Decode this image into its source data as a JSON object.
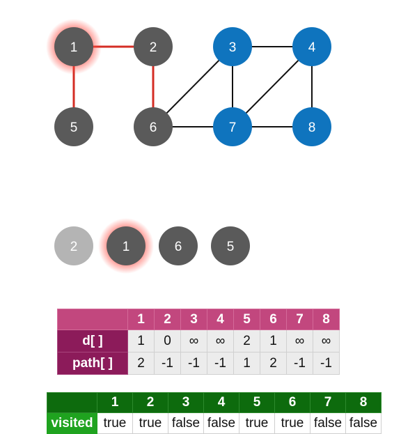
{
  "colors": {
    "dark_node": "#5a5a5a",
    "blue_node": "#0f74be",
    "light_node": "#b4b4b4",
    "path_edge": "#d42d24",
    "edge": "#111111",
    "glow": "#ff4a40"
  },
  "graph": {
    "nodes": [
      {
        "id": "1",
        "label": "1",
        "color": "dark",
        "glow": true
      },
      {
        "id": "2",
        "label": "2",
        "color": "dark",
        "glow": false
      },
      {
        "id": "3",
        "label": "3",
        "color": "blue",
        "glow": false
      },
      {
        "id": "4",
        "label": "4",
        "color": "blue",
        "glow": false
      },
      {
        "id": "5",
        "label": "5",
        "color": "dark",
        "glow": false
      },
      {
        "id": "6",
        "label": "6",
        "color": "dark",
        "glow": false
      },
      {
        "id": "7",
        "label": "7",
        "color": "blue",
        "glow": false
      },
      {
        "id": "8",
        "label": "8",
        "color": "blue",
        "glow": false
      }
    ],
    "edges": [
      {
        "from": "1",
        "to": "2",
        "highlight": true
      },
      {
        "from": "1",
        "to": "5",
        "highlight": true
      },
      {
        "from": "2",
        "to": "6",
        "highlight": true
      },
      {
        "from": "3",
        "to": "4",
        "highlight": false
      },
      {
        "from": "3",
        "to": "6",
        "highlight": false
      },
      {
        "from": "3",
        "to": "7",
        "highlight": false
      },
      {
        "from": "4",
        "to": "7",
        "highlight": false
      },
      {
        "from": "4",
        "to": "8",
        "highlight": false
      },
      {
        "from": "6",
        "to": "7",
        "highlight": false
      },
      {
        "from": "7",
        "to": "8",
        "highlight": false
      }
    ]
  },
  "queue": [
    {
      "label": "2",
      "color": "light",
      "glow": false
    },
    {
      "label": "1",
      "color": "dark",
      "glow": true
    },
    {
      "label": "6",
      "color": "dark",
      "glow": false
    },
    {
      "label": "5",
      "color": "dark",
      "glow": false
    }
  ],
  "dist_table": {
    "headers": [
      "1",
      "2",
      "3",
      "4",
      "5",
      "6",
      "7",
      "8"
    ],
    "rows": [
      {
        "label": "d[ ]",
        "values": [
          "1",
          "0",
          "∞",
          "∞",
          "2",
          "1",
          "∞",
          "∞"
        ]
      },
      {
        "label": "path[ ]",
        "values": [
          "2",
          "-1",
          "-1",
          "-1",
          "1",
          "2",
          "-1",
          "-1"
        ]
      }
    ]
  },
  "visited_table": {
    "headers": [
      "1",
      "2",
      "3",
      "4",
      "5",
      "6",
      "7",
      "8"
    ],
    "row": {
      "label": "visited",
      "values": [
        "true",
        "true",
        "false",
        "false",
        "true",
        "true",
        "false",
        "false"
      ]
    }
  }
}
